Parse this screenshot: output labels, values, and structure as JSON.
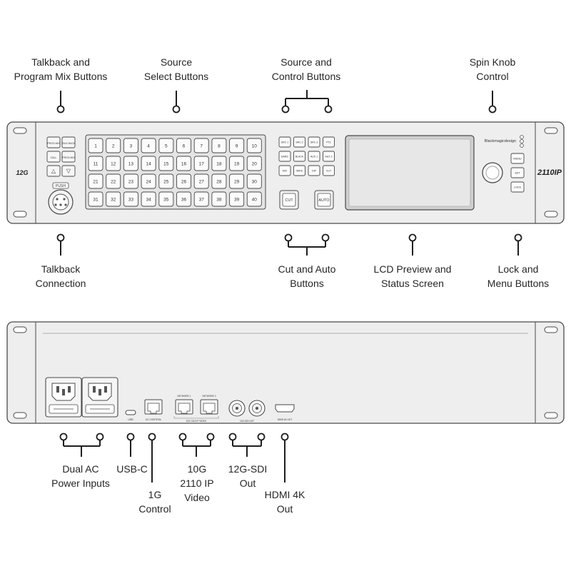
{
  "front_panel": {
    "labels": {
      "talkback_program_mix": [
        "Talkback and",
        "Program Mix Buttons"
      ],
      "source_select": [
        "Source",
        "Select Buttons"
      ],
      "source_control": [
        "Source and",
        "Control Buttons"
      ],
      "spin_knob": [
        "Spin Knob",
        "Control"
      ],
      "talkback_connection": [
        "Talkback",
        "Connection"
      ],
      "cut_auto": [
        "Cut and Auto",
        "Buttons"
      ],
      "lcd_preview": [
        "LCD Preview and",
        "Status Screen"
      ],
      "lock_menu": [
        "Lock and",
        "Menu Buttons"
      ]
    },
    "left_badge": "12G",
    "right_badge": "2110IP",
    "brand": "Blackmagicdesign",
    "mix_buttons": [
      "PROG MIX",
      "TALK BACK",
      "CALL",
      "PROG MIX",
      "△",
      "▽"
    ],
    "xlr_label": "PUSH",
    "source_buttons": [
      "1",
      "2",
      "3",
      "4",
      "5",
      "6",
      "7",
      "8",
      "9",
      "10",
      "11",
      "12",
      "13",
      "14",
      "15",
      "16",
      "17",
      "18",
      "19",
      "20",
      "21",
      "22",
      "23",
      "24",
      "25",
      "26",
      "27",
      "28",
      "29",
      "30",
      "31",
      "32",
      "33",
      "34",
      "35",
      "36",
      "37",
      "38",
      "39",
      "40"
    ],
    "control_buttons": [
      "SRC 1",
      "SRC 2",
      "SRC 3",
      "PTZ",
      "BARS",
      "BLACK",
      "AUX 1",
      "AUX 2",
      "MIX",
      "WIPE",
      "DIP",
      "CUT"
    ],
    "cut_label": "CUT",
    "auto_label": "AUTO",
    "menu_buttons": [
      "MENU",
      "SET",
      "LOCK"
    ]
  },
  "rear_panel": {
    "labels": {
      "dual_ac": [
        "Dual AC",
        "Power Inputs"
      ],
      "usb_c": [
        "USB-C"
      ],
      "control_1g": [
        "1G",
        "Control"
      ],
      "ip_10g": [
        "10G",
        "2110 IP",
        "Video"
      ],
      "sdi_out": [
        "12G-SDI",
        "Out"
      ],
      "hdmi_out": [
        "HDMI 4K",
        "Out"
      ]
    },
    "port_captions": {
      "usb": "USB",
      "control": "1G CONTROL",
      "network_1": "NETWORK 1",
      "network_2": "NETWORK 2",
      "ip_group": "10G 2110 IP VIDEO",
      "sdi": "12G-SDI OUT",
      "hdmi": "HDMI 4K OUT"
    }
  }
}
